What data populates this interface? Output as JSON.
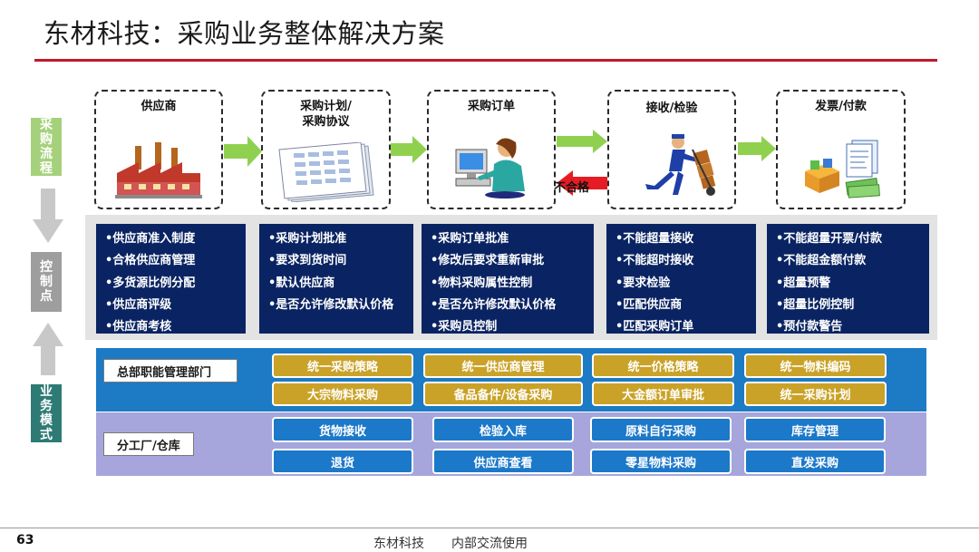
{
  "title": "东材科技：采购业务整体解决方案",
  "sections": {
    "process": [
      "采",
      "购",
      "流",
      "程"
    ],
    "control": [
      "控",
      "制",
      "点"
    ],
    "business_model": [
      "业",
      "务",
      "模",
      "式"
    ]
  },
  "steps": [
    {
      "title_line1": "供应商",
      "title_line2": "",
      "icon": "factory-icon"
    },
    {
      "title_line1": "采购计划/",
      "title_line2": "采购协议",
      "icon": "document-stack-icon"
    },
    {
      "title_line1": "采购订单",
      "title_line2": "",
      "icon": "computer-operator-icon"
    },
    {
      "title_line1": "接收/检验",
      "title_line2": "",
      "icon": "hand-truck-worker-icon"
    },
    {
      "title_line1": "发票/付款",
      "title_line2": "",
      "icon": "invoice-payment-icon"
    }
  ],
  "reject_label": "不合格",
  "control_points": [
    [
      "•供应商准入制度",
      "•合格供应商管理",
      "•多货源比例分配",
      "•供应商评级",
      "•供应商考核"
    ],
    [
      "•采购计划批准",
      "•要求到货时间",
      "•默认供应商",
      "•是否允许修改默认价格"
    ],
    [
      "•采购订单批准",
      "•修改后要求重新审批",
      "•物料采购属性控制",
      "•是否允许修改默认价格",
      "•采购员控制"
    ],
    [
      "•不能超量接收",
      "•不能超时接收",
      "•要求检验",
      "•匹配供应商",
      "•匹配采购订单"
    ],
    [
      "•不能超量开票/付款",
      "•不能超金额付款",
      "•超量预警",
      "•超量比例控制",
      "•预付款警告"
    ]
  ],
  "headquarters": {
    "label": "总部职能管理部门",
    "row1": [
      "统一采购策略",
      "统一供应商管理",
      "统一价格策略",
      "统一物料编码"
    ],
    "row2": [
      "大宗物料采购",
      "备品备件/设备采购",
      "大金额订单审批",
      "统一采购计划"
    ]
  },
  "factory": {
    "label": "分工厂/仓库",
    "row1": [
      "货物接收",
      "检验入库",
      "原料自行采购",
      "库存管理"
    ],
    "row2": [
      "退货",
      "供应商查看",
      "零星物料采购",
      "直发采购"
    ]
  },
  "colors": {
    "title_rule": "#c0192b",
    "process_label": "#a6d17c",
    "control_label": "#9e9e9e",
    "business_label": "#2e7a74",
    "control_box": "#0a2463",
    "hq_band": "#1d7ac4",
    "factory_band": "#a6a6dc",
    "gold_button": "#c9a227",
    "blue_button": "#1c78c9",
    "flow_arrow": "#8fd14f",
    "reject_arrow": "#e51c23"
  },
  "footer": {
    "page_number": "63",
    "company": "东材科技",
    "note": "内部交流使用"
  }
}
